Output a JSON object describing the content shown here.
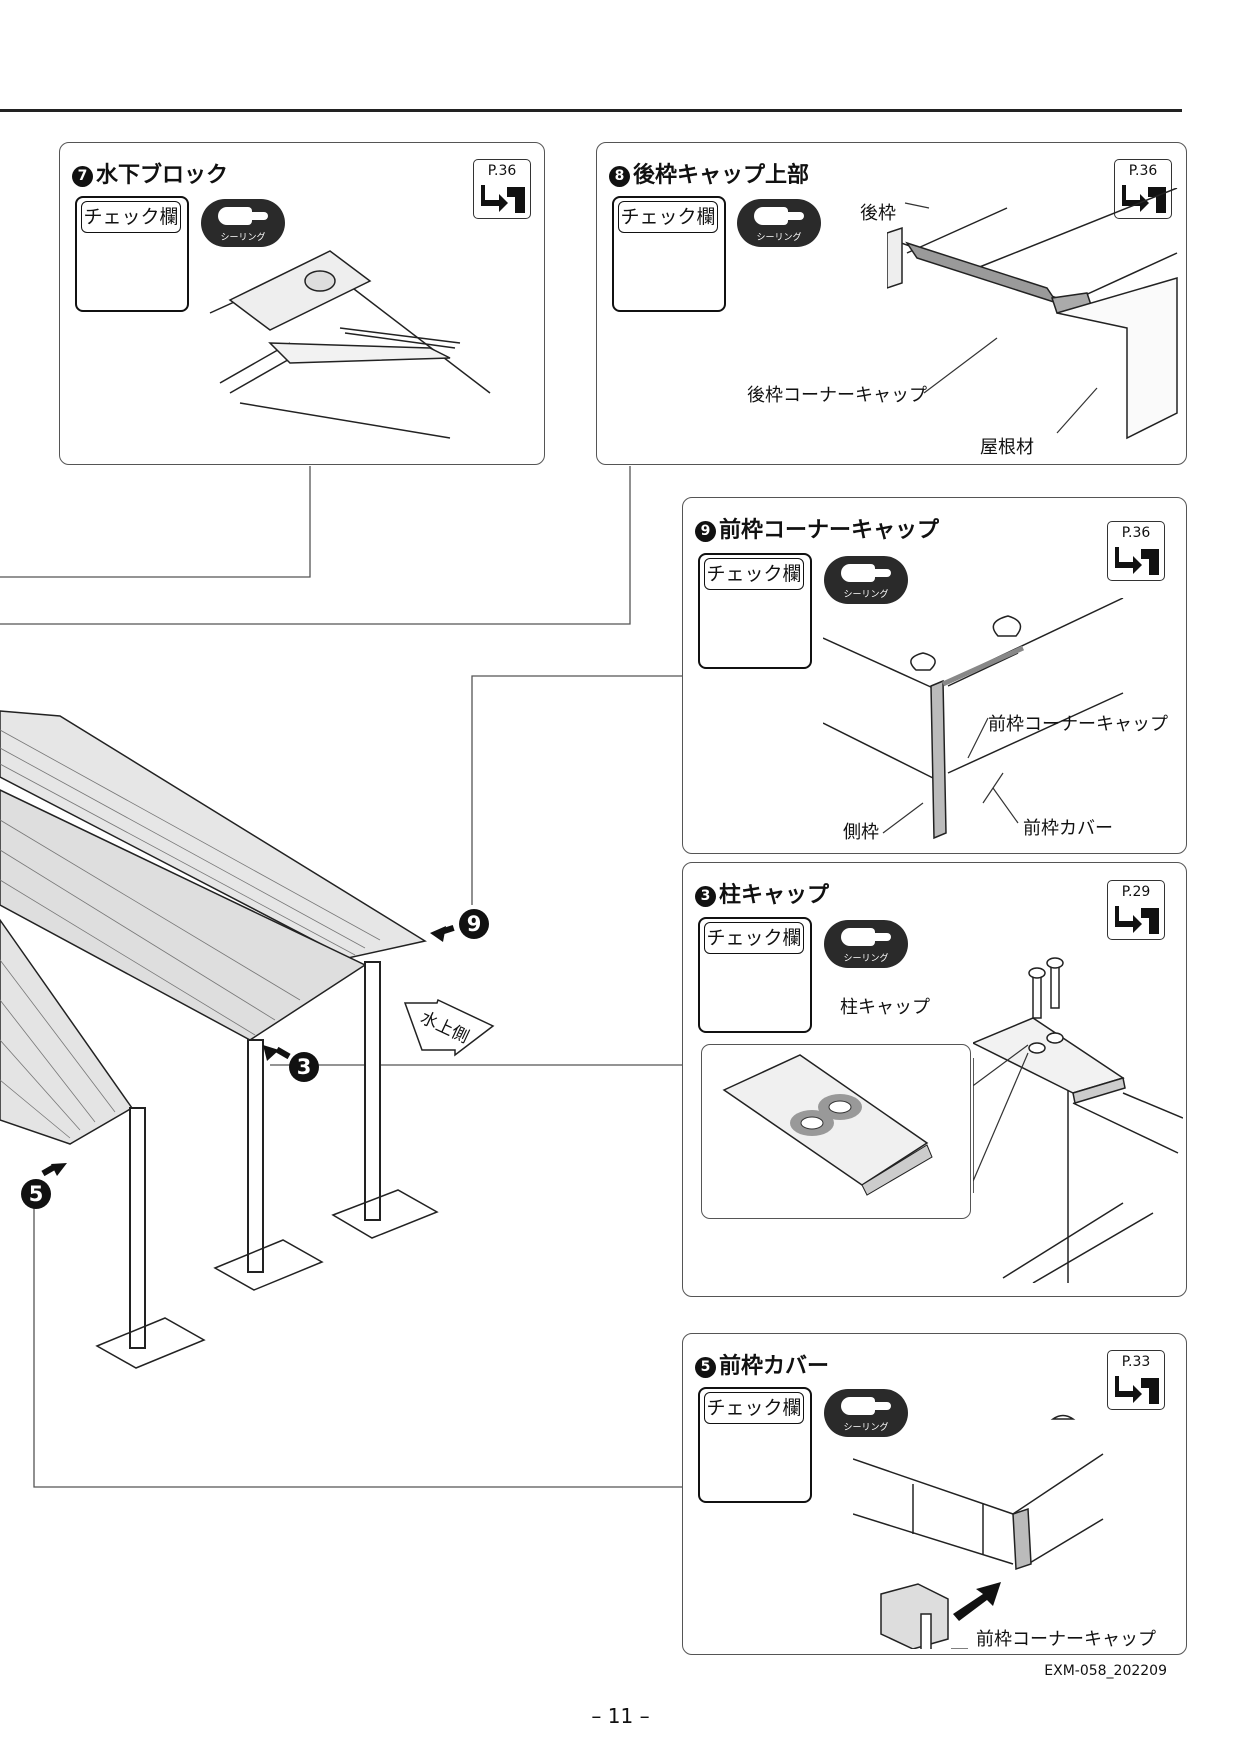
{
  "seal_text": "シーリング",
  "check_label": "チェック欄",
  "flow_label": "水上側",
  "panels": [
    {
      "num": "7",
      "title": "水下ブロック",
      "page": "P.36"
    },
    {
      "num": "8",
      "title": "後枠キャップ上部",
      "page": "P.36",
      "labels": {
        "rear": "後枠",
        "rear_corner_cap": "後枠コーナーキャップ",
        "roof": "屋根材"
      }
    },
    {
      "num": "9",
      "title": "前枠コーナーキャップ",
      "page": "P.36",
      "labels": {
        "front_corner_cap": "前枠コーナーキャップ",
        "side": "側枠",
        "front_cover": "前枠カバー"
      }
    },
    {
      "num": "3",
      "title": "柱キャップ",
      "page": "P.29",
      "labels": {
        "post_cap": "柱キャップ"
      }
    },
    {
      "num": "5",
      "title": "前枠カバー",
      "page": "P.33",
      "labels": {
        "front_corner_cap": "前枠コーナーキャップ"
      }
    }
  ],
  "callouts": {
    "nine": "9",
    "three": "3",
    "five": "5"
  },
  "footer": {
    "code": "EXM-058_202209",
    "page": "– 11 –"
  }
}
